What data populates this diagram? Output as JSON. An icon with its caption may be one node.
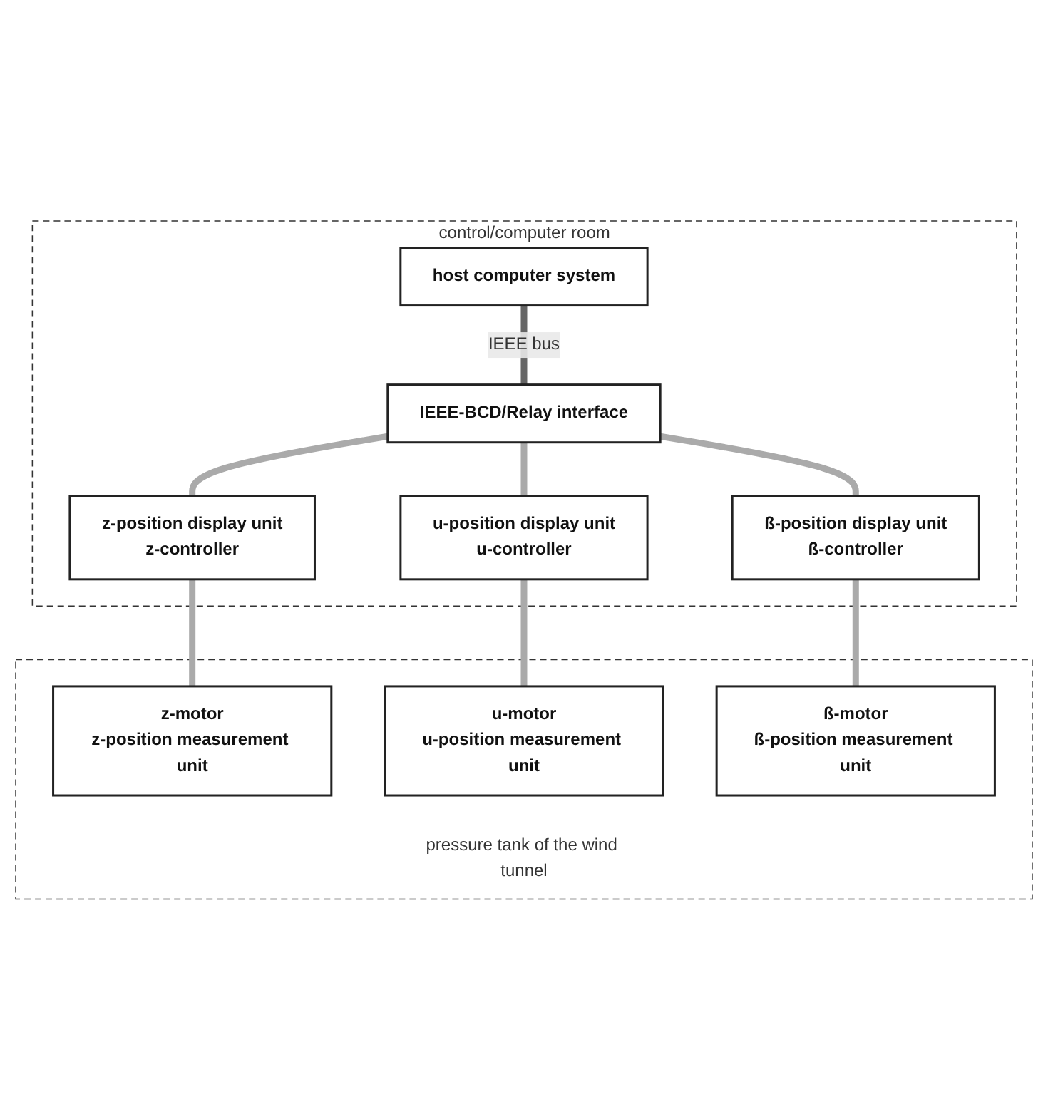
{
  "diagram": {
    "nodes": [
      {
        "text": [
          "control/computer room"
        ]
      },
      {
        "text": [
          "host computer system"
        ],
        "in": 0
      },
      {
        "text": [
          "IEEE-BCD/Relay interface"
        ],
        "in": 0
      },
      {
        "text": [
          "z-position display unit",
          "z-controller"
        ],
        "in": 0
      },
      {
        "text": [
          "u-position display unit",
          "u-controller"
        ],
        "in": 0
      },
      {
        "text": [
          "ß-position display unit",
          "ß-controller"
        ],
        "in": 0
      },
      {
        "text": [
          "pressure tank of the wind tunnel"
        ]
      },
      {
        "text": [
          "z-motor",
          "z-position measurement unit"
        ],
        "in": 6
      },
      {
        "text": [
          "u-motor",
          "u-position measurement unit"
        ],
        "in": 6
      },
      {
        "text": [
          "ß-motor",
          "ß-position measurement unit"
        ],
        "in": 6
      }
    ],
    "edges": [
      {
        "from": 1,
        "to": 2,
        "arrow": "none",
        "label": "IEEE bus",
        "color": "#666666"
      },
      {
        "from": 2,
        "to": 3,
        "arrow": "none"
      },
      {
        "from": 2,
        "to": 4,
        "arrow": "none"
      },
      {
        "from": 2,
        "to": 5,
        "arrow": "none"
      },
      {
        "from": 3,
        "to": 7,
        "arrow": "none"
      },
      {
        "from": 4,
        "to": 8,
        "arrow": "none"
      },
      {
        "from": 5,
        "to": 9,
        "arrow": "none"
      }
    ]
  }
}
